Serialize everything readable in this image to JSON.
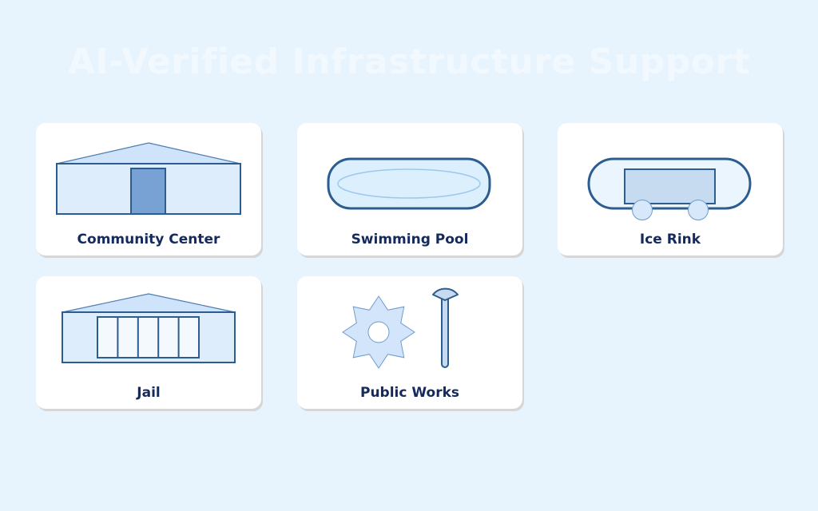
{
  "header": {
    "title": "AI-Verified Infrastructure Support"
  },
  "cards": [
    {
      "label": "Community Center",
      "icon": "community-center-icon"
    },
    {
      "label": "Swimming Pool",
      "icon": "swimming-pool-icon"
    },
    {
      "label": "Ice Rink",
      "icon": "ice-rink-icon"
    },
    {
      "label": "Jail",
      "icon": "jail-icon"
    },
    {
      "label": "Public Works",
      "icon": "public-works-icon"
    }
  ],
  "colors": {
    "background": "#e7f3fd",
    "card": "#ffffff",
    "label": "#142a5c",
    "stroke": "#2c5c90",
    "fill_light": "#deedfc",
    "fill_accent": "#78a2d4"
  }
}
